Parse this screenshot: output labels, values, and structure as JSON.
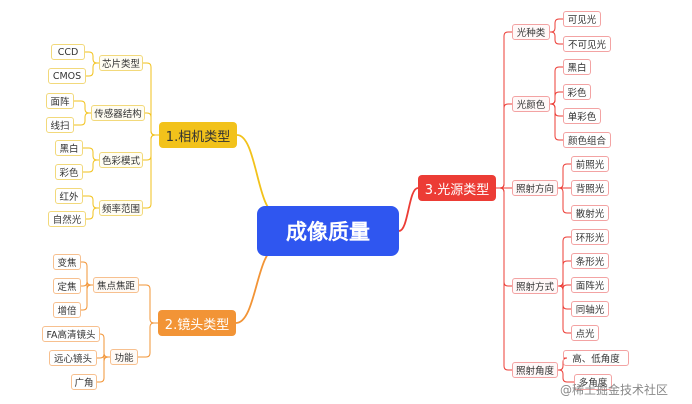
{
  "root": "成像质量",
  "branches": [
    {
      "label": "1.相机类型",
      "groups": [
        {
          "label": "芯片类型",
          "leaves": [
            "CCD",
            "CMOS"
          ]
        },
        {
          "label": "传感器结构",
          "leaves": [
            "面阵",
            "线扫"
          ]
        },
        {
          "label": "色彩模式",
          "leaves": [
            "黑白",
            "彩色"
          ]
        },
        {
          "label": "频率范围",
          "leaves": [
            "红外",
            "自然光"
          ]
        }
      ]
    },
    {
      "label": "2.镜头类型",
      "groups": [
        {
          "label": "焦点焦距",
          "leaves": [
            "变焦",
            "定焦",
            "增倍"
          ]
        },
        {
          "label": "功能",
          "leaves": [
            "FA高清镜头",
            "远心镜头",
            "广角"
          ]
        }
      ]
    },
    {
      "label": "3.光源类型",
      "groups": [
        {
          "label": "光种类",
          "leaves": [
            "可见光",
            "不可见光"
          ]
        },
        {
          "label": "光颜色",
          "leaves": [
            "黑白",
            "彩色",
            "单彩色",
            "颜色组合"
          ]
        },
        {
          "label": "照射方向",
          "leaves": [
            "前照光",
            "背照光",
            "散射光"
          ]
        },
        {
          "label": "照射方式",
          "leaves": [
            "环形光",
            "条形光",
            "面阵光",
            "同轴光",
            "点光"
          ]
        },
        {
          "label": "照射角度",
          "leaves": [
            "高、低角度",
            "多角度"
          ]
        }
      ]
    }
  ],
  "watermark": "@稀土掘金技术社区",
  "colors": {
    "root": "#2f56f0",
    "branch1": "#f2c21b",
    "branch2": "#f29436",
    "branch3": "#ec3c35"
  }
}
